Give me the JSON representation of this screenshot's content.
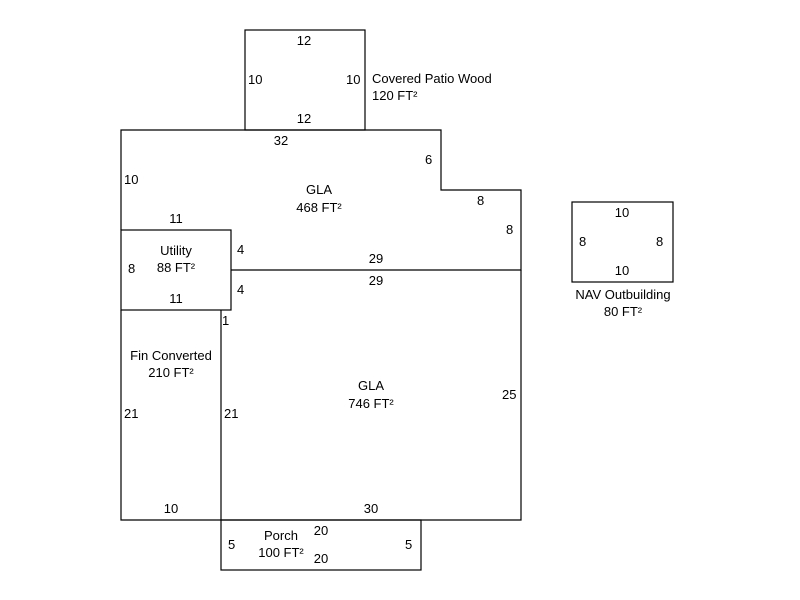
{
  "areas": {
    "patio": {
      "name": "Covered Patio Wood",
      "area": "120 FT²",
      "top": "12",
      "bottom": "12",
      "left": "10",
      "right": "10"
    },
    "gla_upper": {
      "name": "GLA",
      "area": "468 FT²",
      "top": "32",
      "left": "10",
      "step_v": "6",
      "step_h": "8",
      "right": "8",
      "bottom": "29",
      "inner_top": "11",
      "inner_side": "4"
    },
    "utility": {
      "name": "Utility",
      "area": "88 FT²",
      "top": "11",
      "left": "8",
      "bottom": "11",
      "right": "4"
    },
    "gla_lower": {
      "name": "GLA",
      "area": "746 FT²",
      "top": "29",
      "right": "25",
      "bottom": "30",
      "left": "21",
      "notch": "1"
    },
    "fin_converted": {
      "name": "Fin Converted",
      "area": "210 FT²",
      "left": "21",
      "bottom": "10"
    },
    "porch": {
      "name": "Porch",
      "area": "100 FT²",
      "top": "20",
      "bottom": "20",
      "left": "5",
      "right": "5"
    },
    "nav": {
      "name": "NAV Outbuilding",
      "area": "80 FT²",
      "top": "10",
      "bottom": "10",
      "left": "8",
      "right": "8"
    }
  }
}
